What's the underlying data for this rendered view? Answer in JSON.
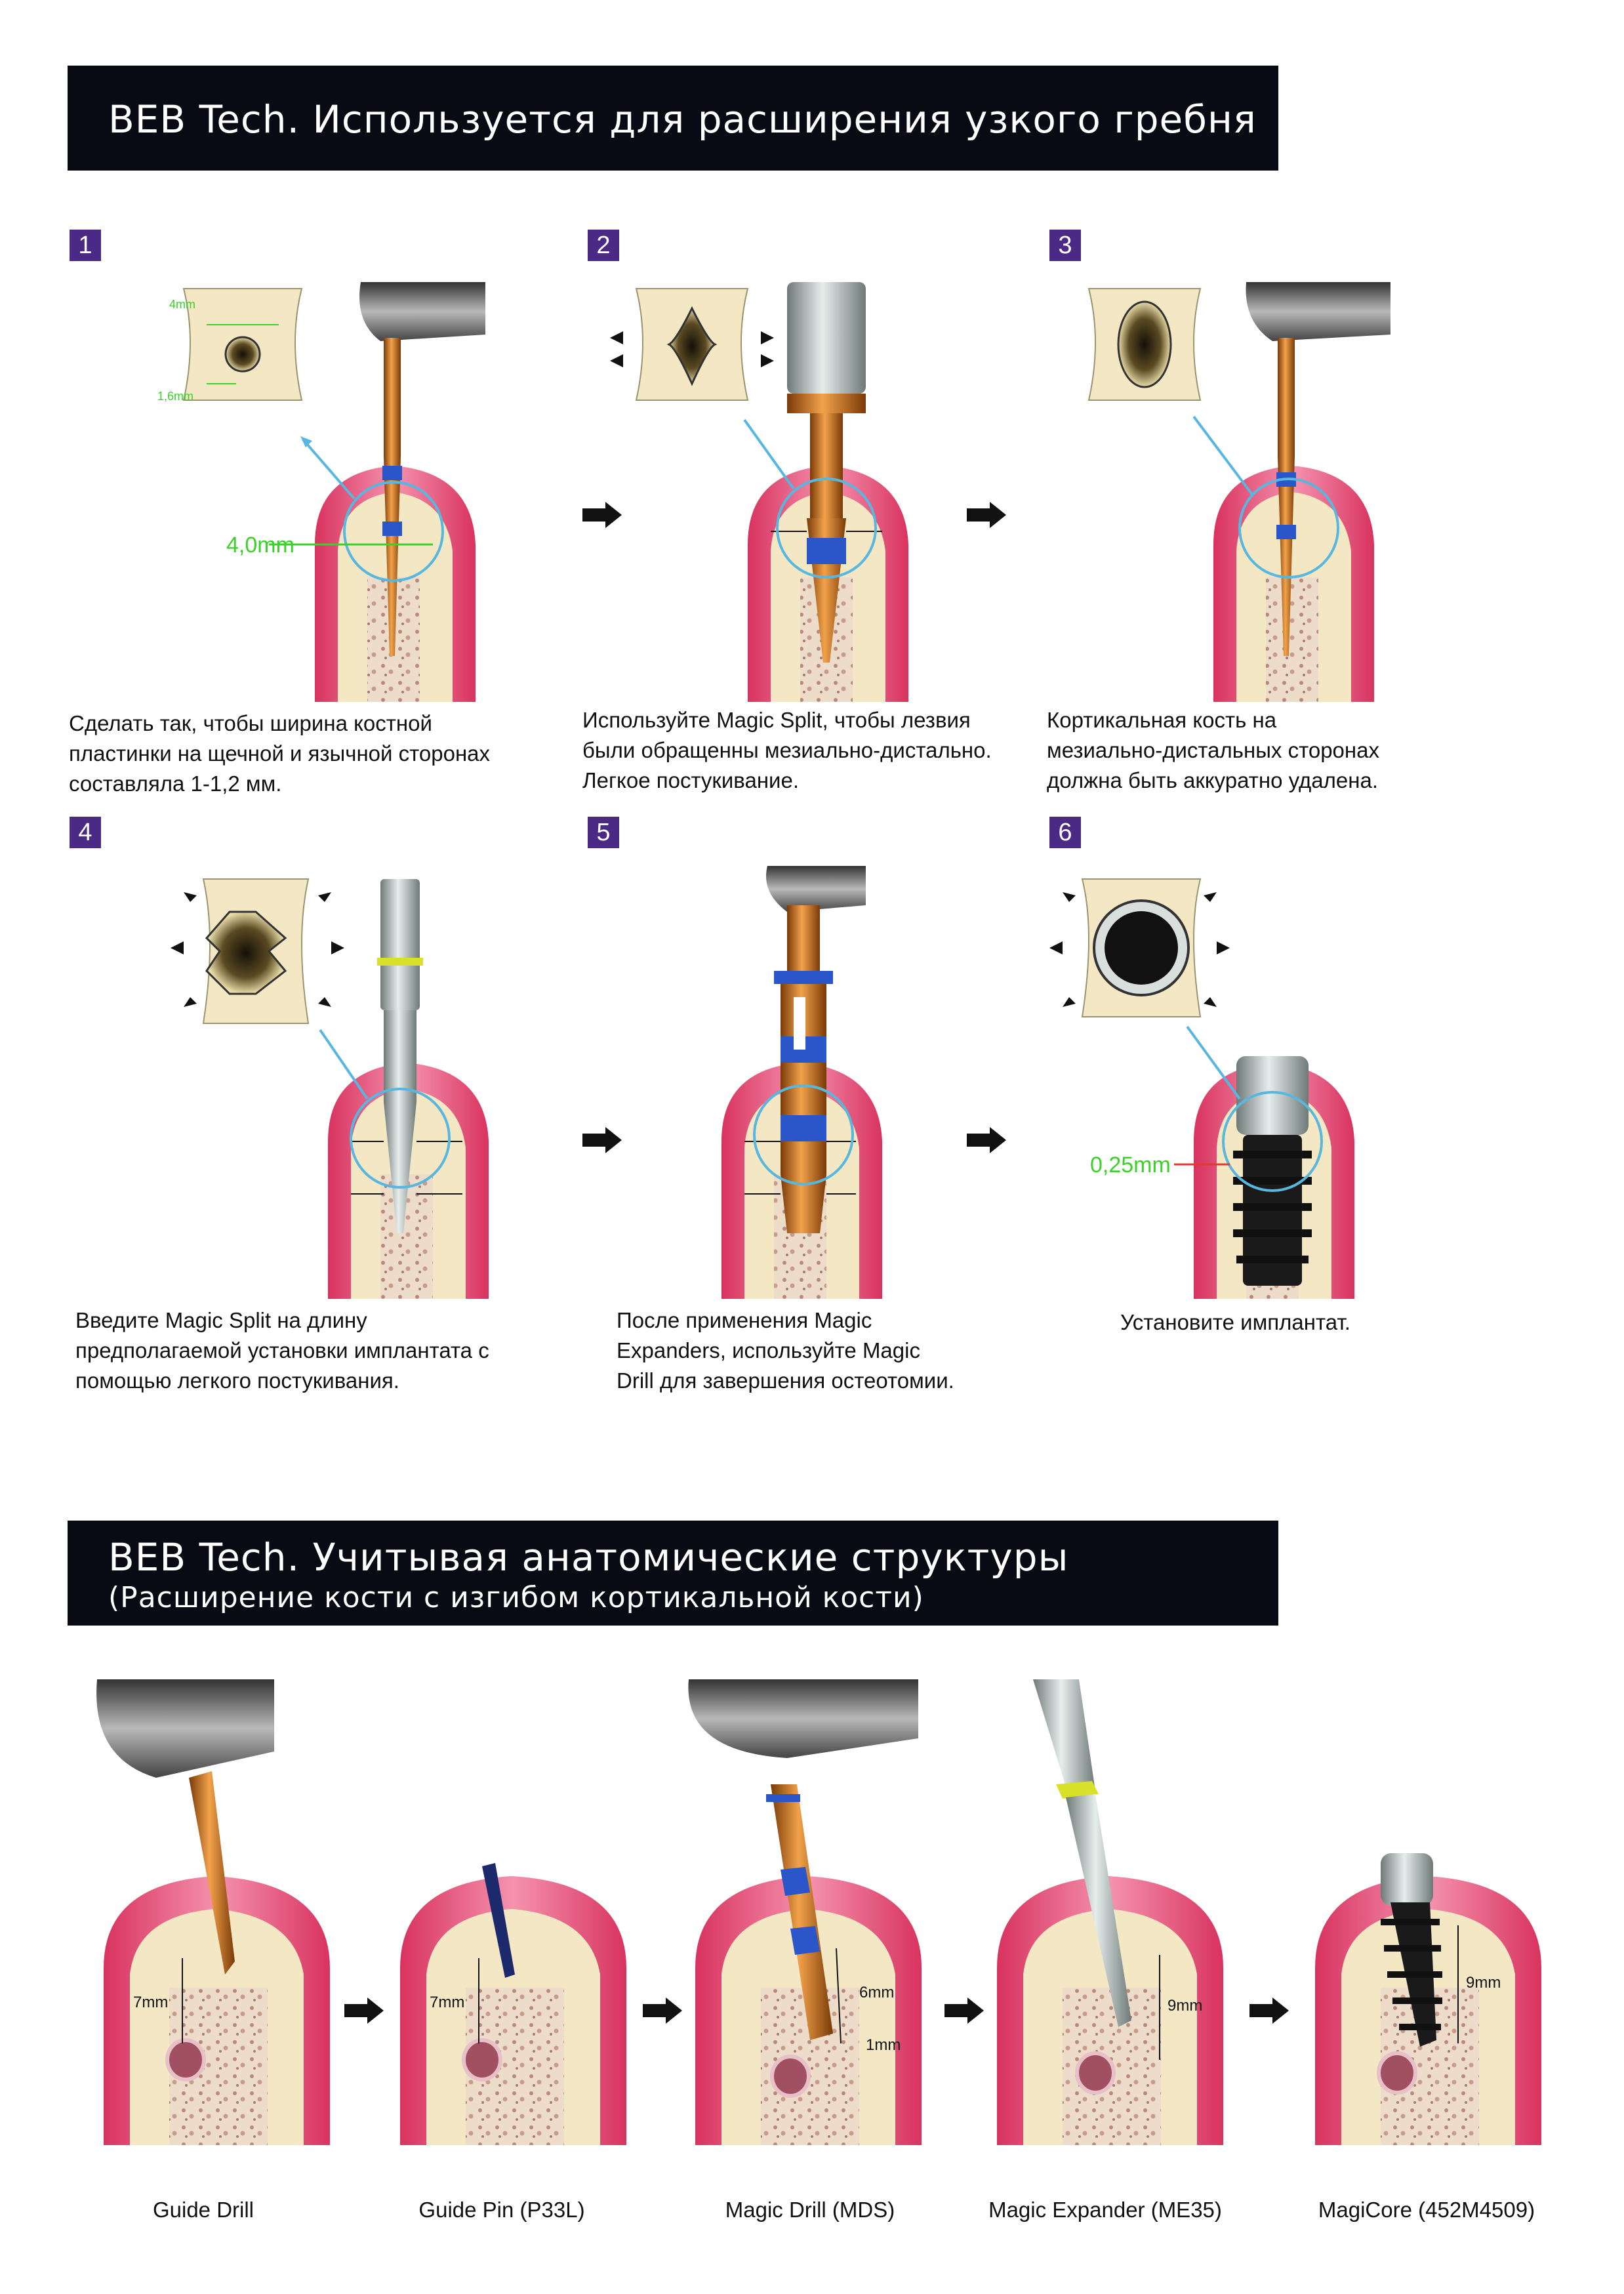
{
  "section1": {
    "title": "BEB Tech. Используется для расширения узкого гребня",
    "steps": [
      {
        "number": "1",
        "caption": [
          "Сделать так, чтобы ширина костной",
          "пластинки на щечной и язычной сторонах",
          "составляла 1-1,2 мм."
        ],
        "dims": {
          "top": "4mm",
          "bottom": "1,6mm",
          "main": "4,0mm"
        }
      },
      {
        "number": "2",
        "caption": [
          "Используйте Magic Split, чтобы лезвия",
          "были обращенны мезиально-дистально.",
          "Легкое постукивание."
        ]
      },
      {
        "number": "3",
        "caption": [
          "Кортикальная кость на",
          "мезиально-дистальных сторонах",
          "должна быть аккуратно удалена."
        ]
      },
      {
        "number": "4",
        "caption": [
          "Введите Magic Split на длину",
          "предполагаемой установки имплантата с",
          "помощью легкого постукивания."
        ]
      },
      {
        "number": "5",
        "caption": [
          "После применения Magic",
          "Expanders, используйте Magic",
          "Drill для завершения остеотомии."
        ]
      },
      {
        "number": "6",
        "caption": [
          "Установите имплантат."
        ],
        "dims": {
          "main": "0,25mm"
        }
      }
    ]
  },
  "section2": {
    "title": "BEB Tech. Учитывая анатомические структуры",
    "subtitle": "(Расширение кости с изгибом кортикальной кости)",
    "tools": [
      {
        "label": "Guide Drill",
        "depth": "7mm"
      },
      {
        "label": "Guide Pin (P33L)",
        "depth": "7mm"
      },
      {
        "label": "Magic Drill (MDS)",
        "depth": "6mm",
        "extra": "1mm"
      },
      {
        "label": "Magic Expander (ME35)",
        "depth": "9mm"
      },
      {
        "label": "MagiCore (452M4509)",
        "depth": "9mm"
      }
    ]
  },
  "colors": {
    "banner": "#0a0a14",
    "step_badge": "#4a2a85",
    "gum": "#e8527a",
    "bone": "#f3e7c4",
    "drill": "#c9772a",
    "band": "#2a56c9",
    "dim_green": "#3bd12a",
    "zoom": "#58b7df"
  }
}
